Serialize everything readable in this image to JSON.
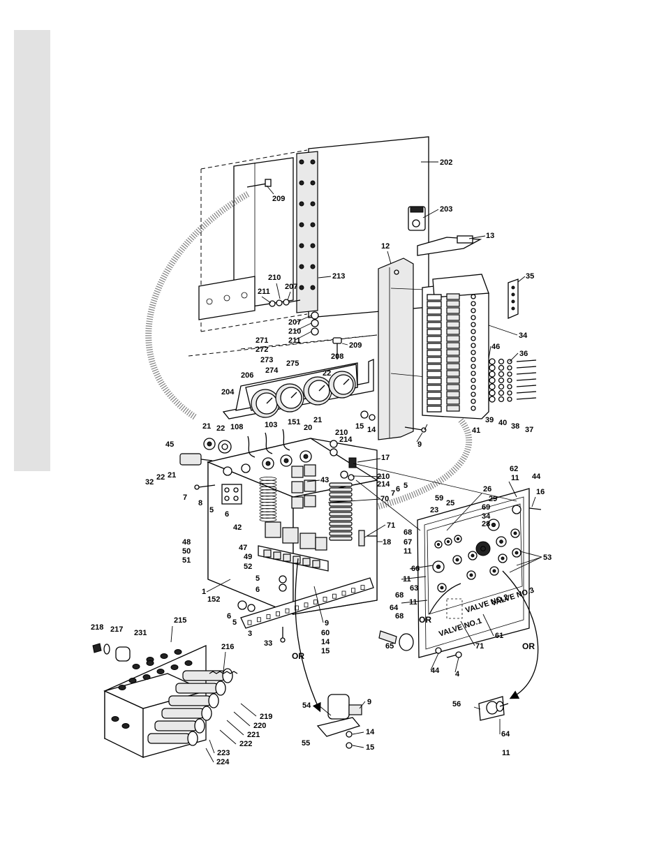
{
  "callouts": [
    {
      "id": "c202",
      "text": "202"
    },
    {
      "id": "c209a",
      "text": "209"
    },
    {
      "id": "c203",
      "text": "203"
    },
    {
      "id": "c13",
      "text": "13"
    },
    {
      "id": "c12",
      "text": "12"
    },
    {
      "id": "c213",
      "text": "213"
    },
    {
      "id": "c210a",
      "text": "210"
    },
    {
      "id": "c207a",
      "text": "207"
    },
    {
      "id": "c211a",
      "text": "211"
    },
    {
      "id": "c35",
      "text": "35"
    },
    {
      "id": "c207b",
      "text": "207"
    },
    {
      "id": "c210b",
      "text": "210"
    },
    {
      "id": "c211b",
      "text": "211"
    },
    {
      "id": "c34a",
      "text": "34"
    },
    {
      "id": "c271",
      "text": "271"
    },
    {
      "id": "c272",
      "text": "272"
    },
    {
      "id": "c209b",
      "text": "209"
    },
    {
      "id": "c46",
      "text": "46"
    },
    {
      "id": "c273",
      "text": "273"
    },
    {
      "id": "c208",
      "text": "208"
    },
    {
      "id": "c36",
      "text": "36"
    },
    {
      "id": "c274",
      "text": "274"
    },
    {
      "id": "c275",
      "text": "275"
    },
    {
      "id": "c22a",
      "text": "22"
    },
    {
      "id": "c206",
      "text": "206"
    },
    {
      "id": "c204",
      "text": "204"
    },
    {
      "id": "c15a",
      "text": "15"
    },
    {
      "id": "c14a",
      "text": "14"
    },
    {
      "id": "c39",
      "text": "39"
    },
    {
      "id": "c40",
      "text": "40"
    },
    {
      "id": "c38",
      "text": "38"
    },
    {
      "id": "c37",
      "text": "37"
    },
    {
      "id": "c41",
      "text": "41"
    },
    {
      "id": "c21a",
      "text": "21"
    },
    {
      "id": "c22b",
      "text": "22"
    },
    {
      "id": "c108",
      "text": "108"
    },
    {
      "id": "c103",
      "text": "103"
    },
    {
      "id": "c151",
      "text": "151"
    },
    {
      "id": "c21b",
      "text": "21"
    },
    {
      "id": "c20",
      "text": "20"
    },
    {
      "id": "c210c",
      "text": "210"
    },
    {
      "id": "c214a",
      "text": "214"
    },
    {
      "id": "c9a",
      "text": "9"
    },
    {
      "id": "c45",
      "text": "45"
    },
    {
      "id": "c17",
      "text": "17"
    },
    {
      "id": "c62",
      "text": "62"
    },
    {
      "id": "c11a",
      "text": "11"
    },
    {
      "id": "c44a",
      "text": "44"
    },
    {
      "id": "c32",
      "text": "32"
    },
    {
      "id": "c22c",
      "text": "22"
    },
    {
      "id": "c21c",
      "text": "21"
    },
    {
      "id": "c210d",
      "text": "210"
    },
    {
      "id": "c214b",
      "text": "214"
    },
    {
      "id": "c6a",
      "text": "6"
    },
    {
      "id": "c5a",
      "text": "5"
    },
    {
      "id": "c26",
      "text": "26"
    },
    {
      "id": "c16",
      "text": "16"
    },
    {
      "id": "c7a",
      "text": "7"
    },
    {
      "id": "c43",
      "text": "43"
    },
    {
      "id": "c70",
      "text": "70"
    },
    {
      "id": "c7b",
      "text": "7"
    },
    {
      "id": "c6b",
      "text": "6"
    },
    {
      "id": "c8",
      "text": "8"
    },
    {
      "id": "c59",
      "text": "59"
    },
    {
      "id": "c25",
      "text": "25"
    },
    {
      "id": "c29",
      "text": "29"
    },
    {
      "id": "c5b",
      "text": "5"
    },
    {
      "id": "c6c",
      "text": "6"
    },
    {
      "id": "c23",
      "text": "23"
    },
    {
      "id": "c69",
      "text": "69"
    },
    {
      "id": "c34b",
      "text": "34"
    },
    {
      "id": "c28",
      "text": "28"
    },
    {
      "id": "c42",
      "text": "42"
    },
    {
      "id": "c71a",
      "text": "71"
    },
    {
      "id": "c68a",
      "text": "68"
    },
    {
      "id": "c67",
      "text": "67"
    },
    {
      "id": "c18",
      "text": "18"
    },
    {
      "id": "c48",
      "text": "48"
    },
    {
      "id": "c11b",
      "text": "11"
    },
    {
      "id": "c53",
      "text": "53"
    },
    {
      "id": "c50",
      "text": "50"
    },
    {
      "id": "c47",
      "text": "47"
    },
    {
      "id": "c51",
      "text": "51"
    },
    {
      "id": "c49",
      "text": "49"
    },
    {
      "id": "c66",
      "text": "66"
    },
    {
      "id": "c52",
      "text": "52"
    },
    {
      "id": "c11c",
      "text": "11"
    },
    {
      "id": "c5c",
      "text": "5"
    },
    {
      "id": "c63",
      "text": "63"
    },
    {
      "id": "c68b",
      "text": "68"
    },
    {
      "id": "c6d",
      "text": "6"
    },
    {
      "id": "c1",
      "text": "1"
    },
    {
      "id": "c152",
      "text": "152"
    },
    {
      "id": "c11d",
      "text": "11"
    },
    {
      "id": "c64a",
      "text": "64"
    },
    {
      "id": "c6e",
      "text": "6"
    },
    {
      "id": "c5d",
      "text": "5"
    },
    {
      "id": "c68c",
      "text": "68"
    },
    {
      "id": "c9b",
      "text": "9"
    },
    {
      "id": "c60",
      "text": "60"
    },
    {
      "id": "c14b",
      "text": "14"
    },
    {
      "id": "c15b",
      "text": "15"
    },
    {
      "id": "c3",
      "text": "3"
    },
    {
      "id": "c218",
      "text": "218"
    },
    {
      "id": "c217",
      "text": "217"
    },
    {
      "id": "c215",
      "text": "215"
    },
    {
      "id": "c231",
      "text": "231"
    },
    {
      "id": "c61",
      "text": "61"
    },
    {
      "id": "c33",
      "text": "33"
    },
    {
      "id": "c65",
      "text": "65"
    },
    {
      "id": "c71b",
      "text": "71"
    },
    {
      "id": "c216",
      "text": "216"
    },
    {
      "id": "c44b",
      "text": "44"
    },
    {
      "id": "c4",
      "text": "4"
    },
    {
      "id": "c54",
      "text": "54"
    },
    {
      "id": "c9c",
      "text": "9"
    },
    {
      "id": "c56",
      "text": "56"
    },
    {
      "id": "c219",
      "text": "219"
    },
    {
      "id": "c220",
      "text": "220"
    },
    {
      "id": "c64b",
      "text": "64"
    },
    {
      "id": "c221",
      "text": "221"
    },
    {
      "id": "c11e",
      "text": "11"
    },
    {
      "id": "c14c",
      "text": "14"
    },
    {
      "id": "c55",
      "text": "55"
    },
    {
      "id": "c222",
      "text": "222"
    },
    {
      "id": "c223",
      "text": "223"
    },
    {
      "id": "c15c",
      "text": "15"
    },
    {
      "id": "c224",
      "text": "224"
    }
  ],
  "or_labels": {
    "or_left": "OR",
    "or_mid": "OR",
    "or_right": "OR"
  },
  "panel_text": {
    "valve_1": "VALVE NO.1",
    "valve_2": "VALVE NO.2",
    "valve_3": "VALVE NO.3"
  },
  "colors": {
    "side_band": "#e2e2e2",
    "ink": "#000000"
  }
}
